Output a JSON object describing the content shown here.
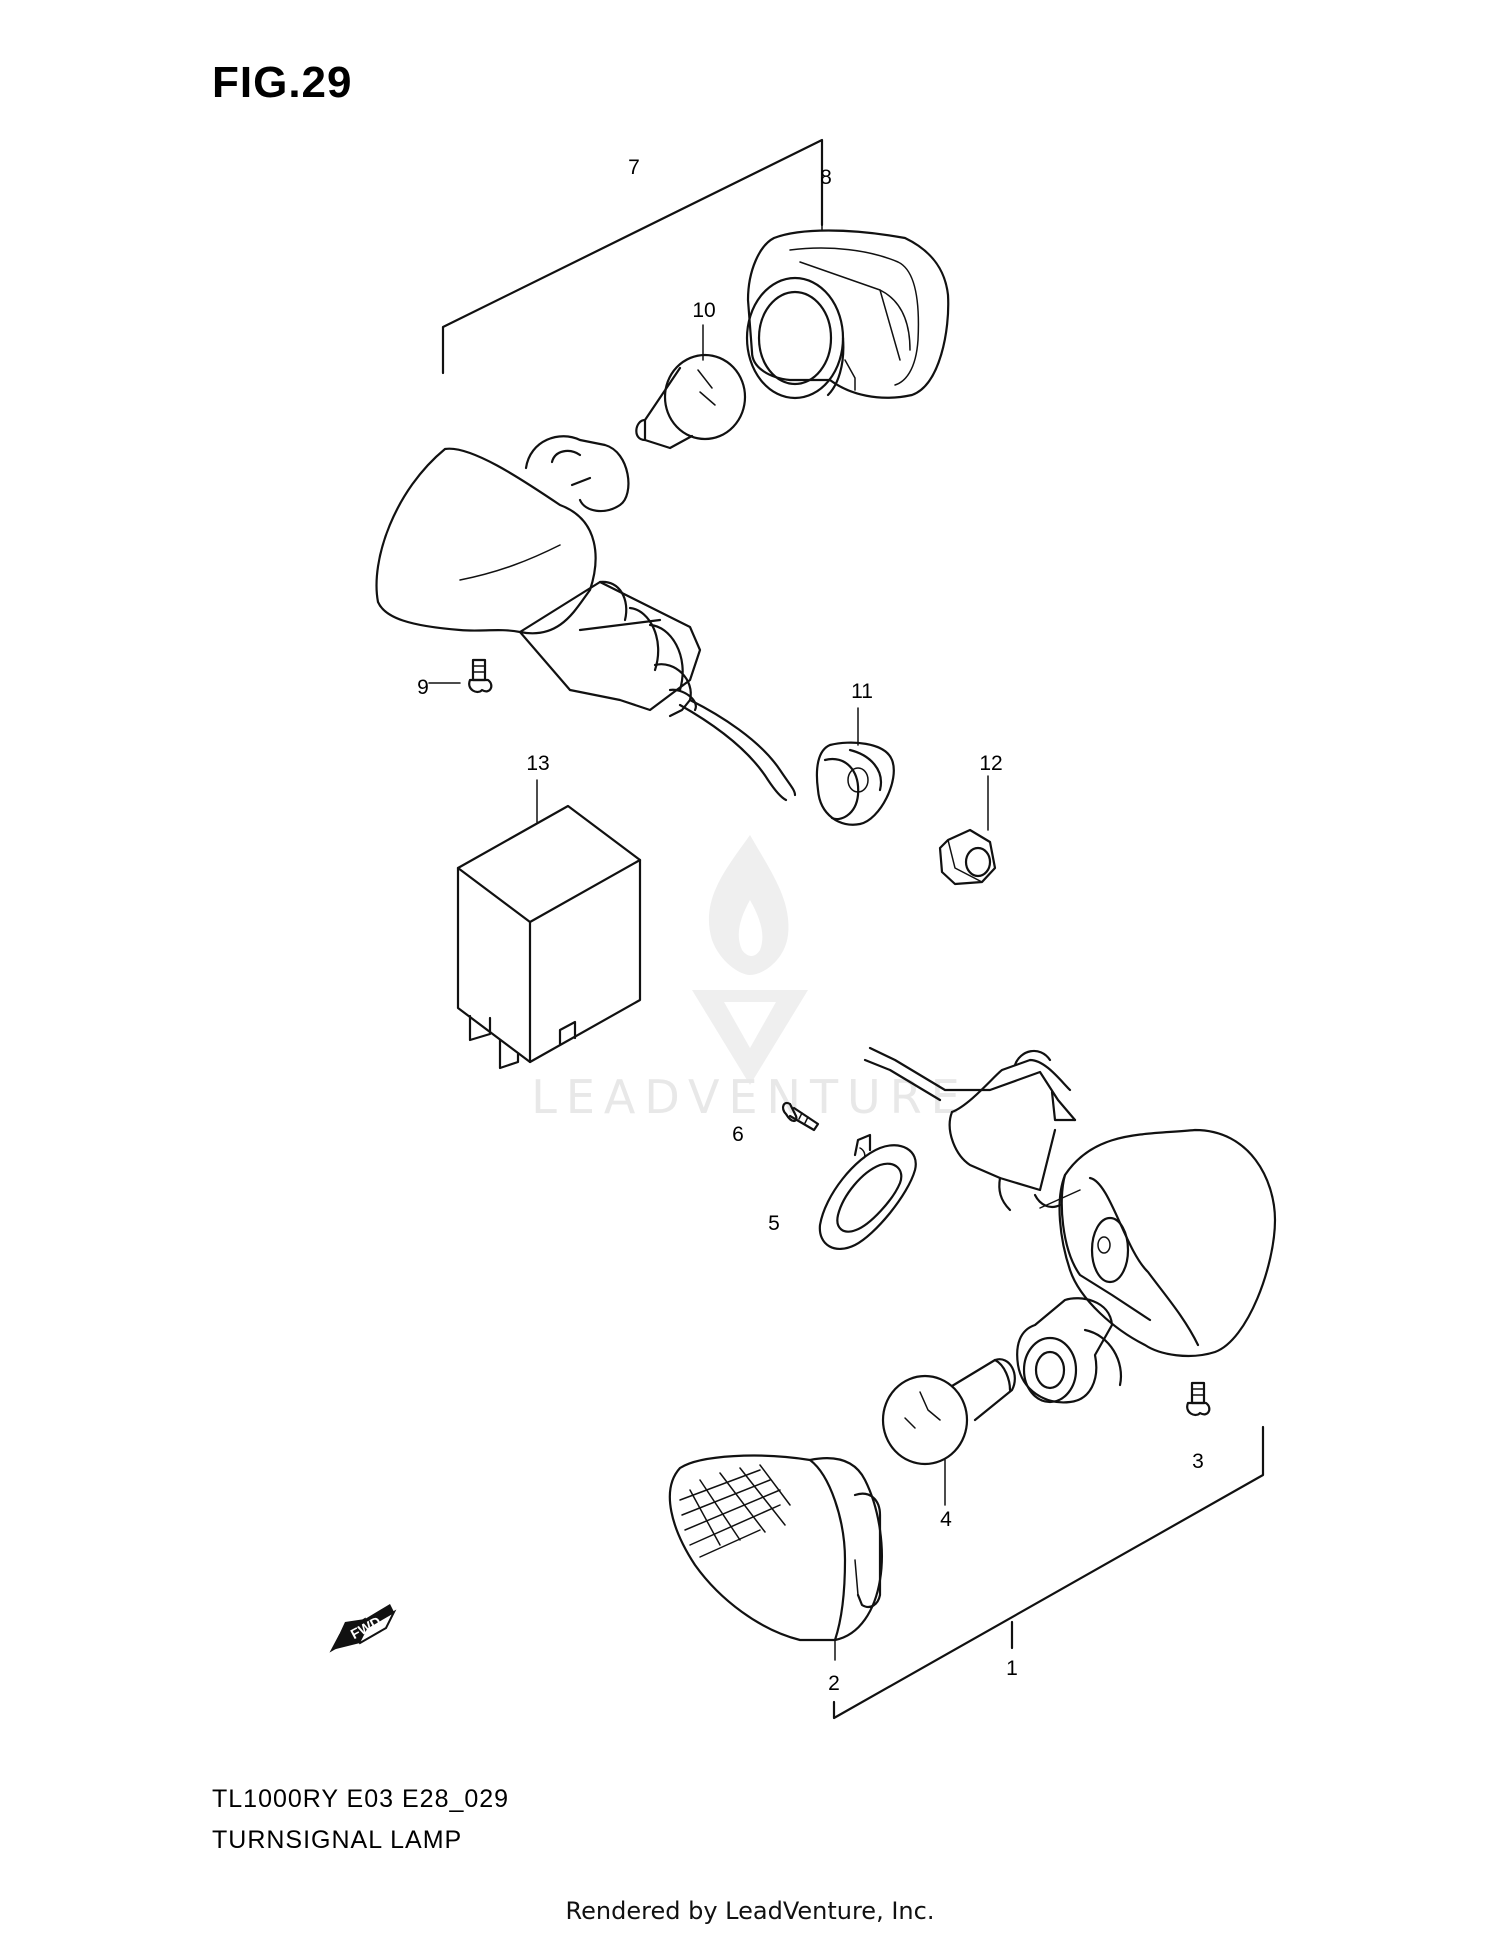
{
  "figure": {
    "title": "FIG.29",
    "model_code": "TL1000RY E03 E28_029",
    "name": "TURNSIGNAL LAMP",
    "forward_arrow_label": "FWD"
  },
  "callouts": [
    {
      "id": "c1",
      "label": "1"
    },
    {
      "id": "c2",
      "label": "2"
    },
    {
      "id": "c3",
      "label": "3"
    },
    {
      "id": "c4",
      "label": "4"
    },
    {
      "id": "c5",
      "label": "5"
    },
    {
      "id": "c6",
      "label": "6"
    },
    {
      "id": "c7",
      "label": "7"
    },
    {
      "id": "c8",
      "label": "8"
    },
    {
      "id": "c9",
      "label": "9"
    },
    {
      "id": "c10",
      "label": "10"
    },
    {
      "id": "c11",
      "label": "11"
    },
    {
      "id": "c12",
      "label": "12"
    },
    {
      "id": "c13",
      "label": "13"
    }
  ],
  "watermark": {
    "text": "LEADVENTURE",
    "color": "#e6e6e6"
  },
  "footer": {
    "text": "Rendered by LeadVenture, Inc."
  }
}
